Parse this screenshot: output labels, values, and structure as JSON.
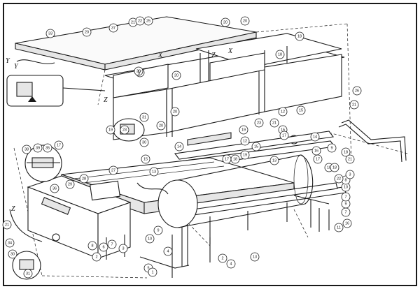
{
  "diagram": {
    "callouts": [
      "33",
      "20",
      "37",
      "21",
      "22",
      "25",
      "20",
      "20",
      "18",
      "18",
      "21",
      "20",
      "20",
      "19",
      "23",
      "20",
      "31",
      "30",
      "20",
      "21",
      "19",
      "23",
      "14",
      "15",
      "12",
      "15",
      "13",
      "15",
      "17",
      "18",
      "19",
      "17",
      "18",
      "15",
      "12",
      "13",
      "14",
      "18",
      "26",
      "21",
      "28",
      "29",
      "27",
      "38",
      "39",
      "17",
      "36",
      "21",
      "34",
      "30",
      "35",
      "31",
      "10",
      "9",
      "8",
      "6",
      "7",
      "2",
      "3",
      "5",
      "4",
      "2",
      "4",
      "13",
      "11",
      "16",
      "7",
      "9",
      "7",
      "10",
      "8",
      "9",
      "3",
      "16",
      "17",
      "18",
      "21",
      "22",
      "1"
    ],
    "axis_markers": [
      "Y",
      "Y",
      "X",
      "X",
      "Z",
      "Z",
      "Y",
      "Z"
    ]
  }
}
